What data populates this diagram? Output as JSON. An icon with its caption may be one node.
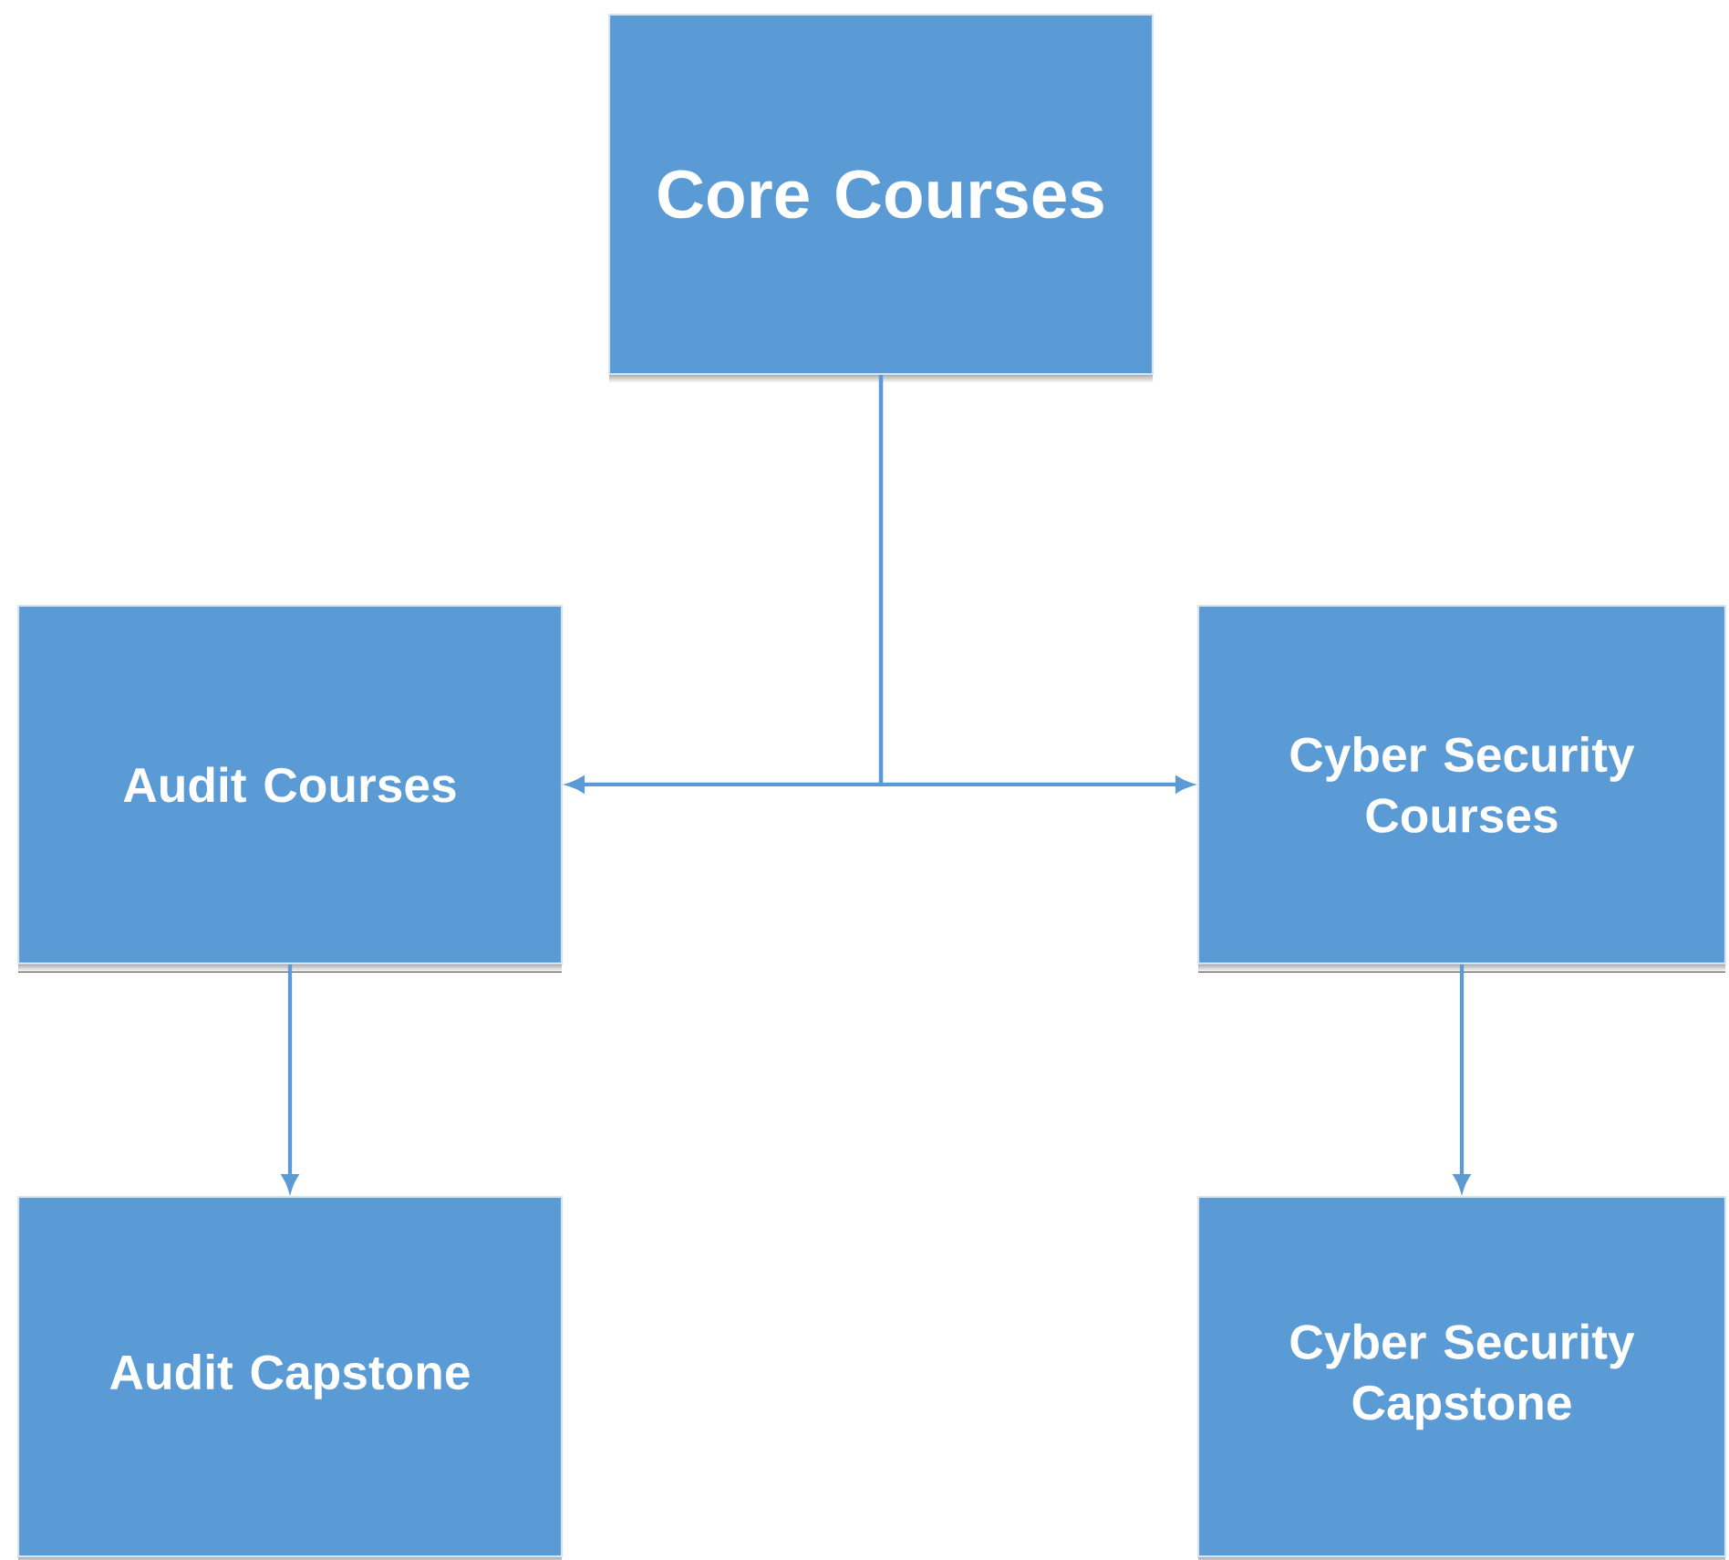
{
  "diagram": {
    "nodes": [
      {
        "text": [
          "Core Courses"
        ]
      },
      {
        "text": [
          "Audit Courses"
        ]
      },
      {
        "text": [
          "Cyber Security Courses"
        ]
      },
      {
        "text": [
          "Audit Capstone"
        ]
      },
      {
        "text": [
          "Cyber Security Capstone"
        ]
      }
    ],
    "edges": [
      {
        "from": 0,
        "to": 1,
        "arrow": "to"
      },
      {
        "from": 0,
        "to": 2,
        "arrow": "to"
      },
      {
        "from": 1,
        "to": 3,
        "arrow": "to"
      },
      {
        "from": 2,
        "to": 4,
        "arrow": "to"
      }
    ]
  }
}
